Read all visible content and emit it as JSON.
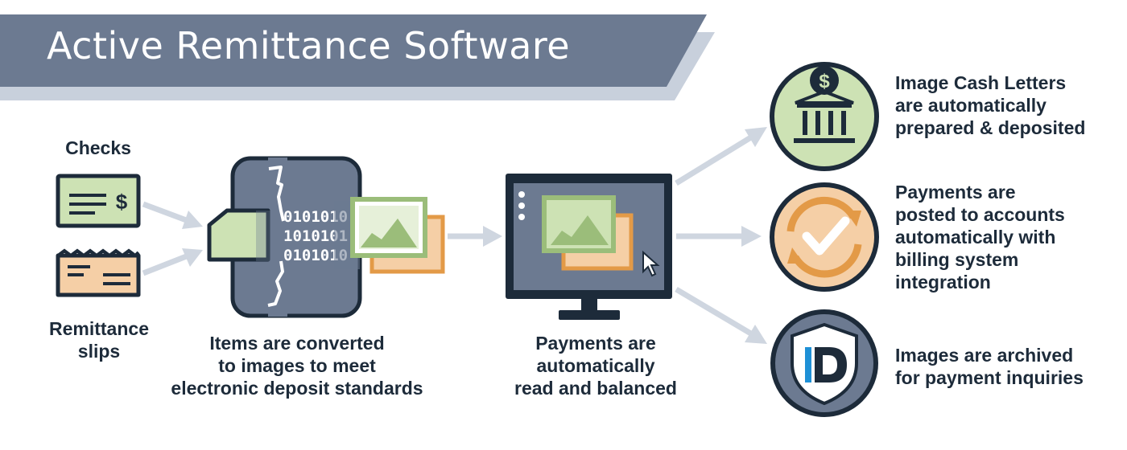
{
  "banner": {
    "title": "Active Remittance Software"
  },
  "inputs": {
    "checks_label": "Checks",
    "remittance_label": [
      "Remittance",
      "slips"
    ],
    "check_currency_symbol": "$"
  },
  "scanner": {
    "binary_lines": [
      "0101010",
      "1010101",
      "0101010"
    ],
    "caption": [
      "Items are converted",
      "to images to meet",
      "electronic deposit standards"
    ]
  },
  "monitor": {
    "caption": [
      "Payments are",
      "automatically",
      "read and balanced"
    ]
  },
  "outcomes": [
    {
      "icon": "bank-icon",
      "icon_text": "$",
      "lines": [
        "Image Cash Letters",
        "are automatically",
        "prepared & deposited"
      ]
    },
    {
      "icon": "sync-check-icon",
      "lines": [
        "Payments are",
        "posted to accounts",
        "automatically with",
        "billing system",
        "integration"
      ]
    },
    {
      "icon": "id-shield-icon",
      "icon_text": "ID",
      "lines": [
        "Images are archived",
        "for payment inquiries"
      ]
    }
  ],
  "colors": {
    "navy": "#1d2b3a",
    "slate": "#6c7a91",
    "pale_slate": "#c8d0dc",
    "green": "#cde2b4",
    "green_dark": "#9bbd7a",
    "tan": "#f5cfa6",
    "orange": "#e39a47",
    "arrow": "#cfd6e0",
    "blue": "#1e90d6"
  }
}
